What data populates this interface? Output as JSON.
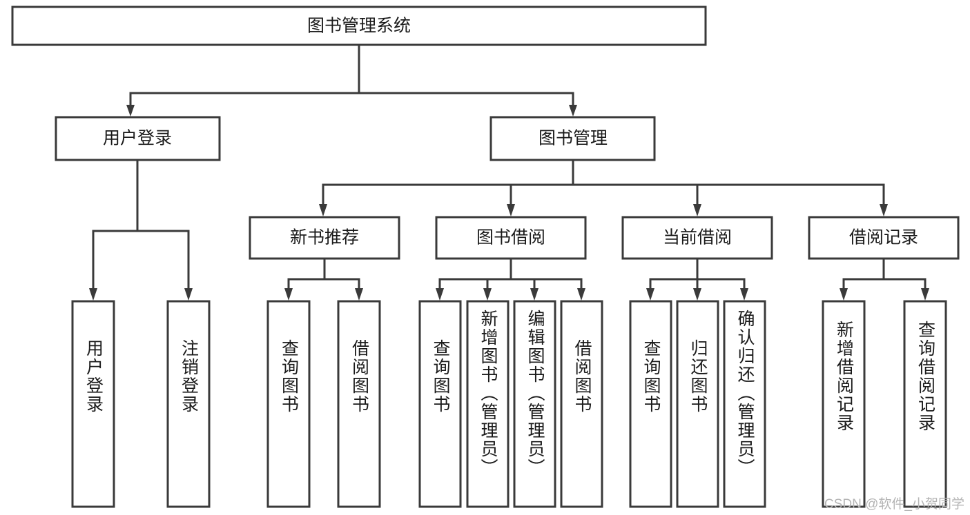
{
  "diagram": {
    "type": "tree",
    "title": "图书管理系统",
    "root": {
      "id": "root",
      "label": "图书管理系统",
      "orientation": "horizontal"
    },
    "level1": [
      {
        "id": "user-login",
        "label": "用户登录",
        "orientation": "horizontal"
      },
      {
        "id": "book-management",
        "label": "图书管理",
        "orientation": "horizontal"
      }
    ],
    "level2": [
      {
        "id": "new-book-recommend",
        "parent": "book-management",
        "label": "新书推荐",
        "orientation": "horizontal"
      },
      {
        "id": "book-borrow",
        "parent": "book-management",
        "label": "图书借阅",
        "orientation": "horizontal"
      },
      {
        "id": "current-borrow",
        "parent": "book-management",
        "label": "当前借阅",
        "orientation": "horizontal"
      },
      {
        "id": "borrow-record",
        "parent": "book-management",
        "label": "借阅记录",
        "orientation": "horizontal"
      }
    ],
    "leaves": [
      {
        "id": "leaf-user-login",
        "parent": "user-login",
        "label": "用户登录",
        "orientation": "vertical"
      },
      {
        "id": "leaf-user-logout",
        "parent": "user-login",
        "label": "注销登录",
        "orientation": "vertical"
      },
      {
        "id": "leaf-query-book-1",
        "parent": "new-book-recommend",
        "label": "查询图书",
        "orientation": "vertical"
      },
      {
        "id": "leaf-borrow-book-1",
        "parent": "new-book-recommend",
        "label": "借阅图书",
        "orientation": "vertical"
      },
      {
        "id": "leaf-query-book-2",
        "parent": "book-borrow",
        "label": "查询图书",
        "orientation": "vertical"
      },
      {
        "id": "leaf-add-book",
        "parent": "book-borrow",
        "label": "新增图书（管理员）",
        "orientation": "vertical"
      },
      {
        "id": "leaf-edit-book",
        "parent": "book-borrow",
        "label": "编辑图书（管理员）",
        "orientation": "vertical"
      },
      {
        "id": "leaf-borrow-book-2",
        "parent": "book-borrow",
        "label": "借阅图书",
        "orientation": "vertical"
      },
      {
        "id": "leaf-query-book-3",
        "parent": "current-borrow",
        "label": "查询图书",
        "orientation": "vertical"
      },
      {
        "id": "leaf-return-book",
        "parent": "current-borrow",
        "label": "归还图书",
        "orientation": "vertical"
      },
      {
        "id": "leaf-confirm-return",
        "parent": "current-borrow",
        "label": "确认归还（管理员）",
        "orientation": "vertical"
      },
      {
        "id": "leaf-add-record",
        "parent": "borrow-record",
        "label": "新增借阅记录",
        "orientation": "vertical"
      },
      {
        "id": "leaf-query-record",
        "parent": "borrow-record",
        "label": "查询借阅记录",
        "orientation": "vertical"
      }
    ],
    "colors": {
      "stroke": "#3a3a3a",
      "fill": "#ffffff",
      "text": "#1a1a1a",
      "watermark": "#b4b4b4"
    }
  },
  "watermark": {
    "text": "CSDN @软件_小贺同学"
  }
}
